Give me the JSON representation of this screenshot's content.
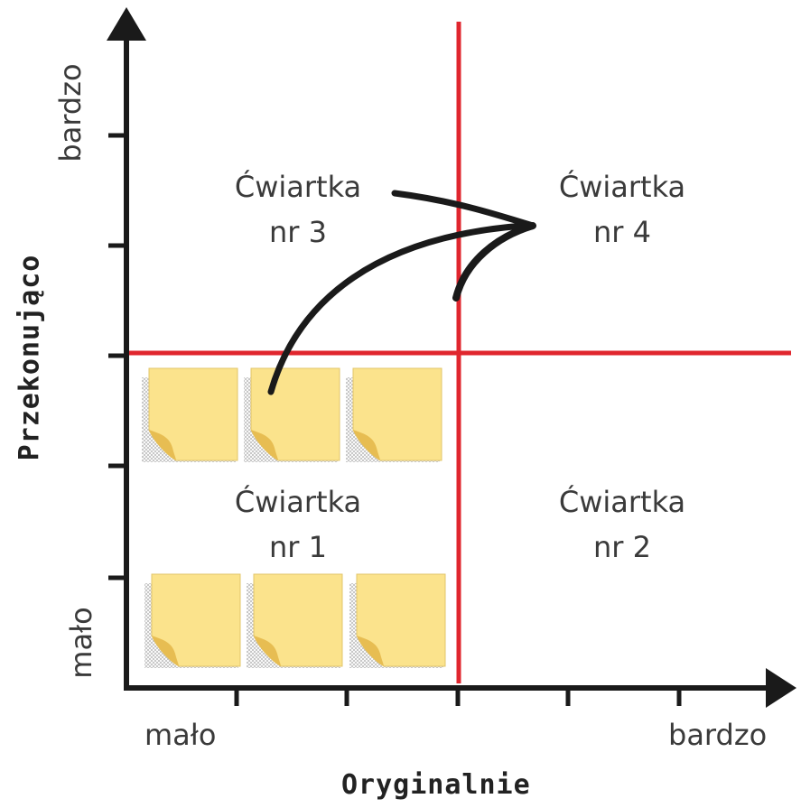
{
  "diagram": {
    "x_axis": {
      "title": "Oryginalnie",
      "low": "mało",
      "high": "bardzo"
    },
    "y_axis": {
      "title": "Przekonująco",
      "low": "mało",
      "high": "bardzo"
    },
    "quadrants": {
      "q1": {
        "line1": "Ćwiartka",
        "line2": "nr 1"
      },
      "q2": {
        "line1": "Ćwiartka",
        "line2": "nr 2"
      },
      "q3": {
        "line1": "Ćwiartka",
        "line2": "nr 3"
      },
      "q4": {
        "line1": "Ćwiartka",
        "line2": "nr 4"
      }
    },
    "colors": {
      "axis": "#1a1a1a",
      "divider": "#e0262e",
      "note_fill": "#fbe38c",
      "note_curl": "#e7bd52",
      "arrow": "#1a1a1a"
    },
    "sticky_notes_count": 6
  }
}
